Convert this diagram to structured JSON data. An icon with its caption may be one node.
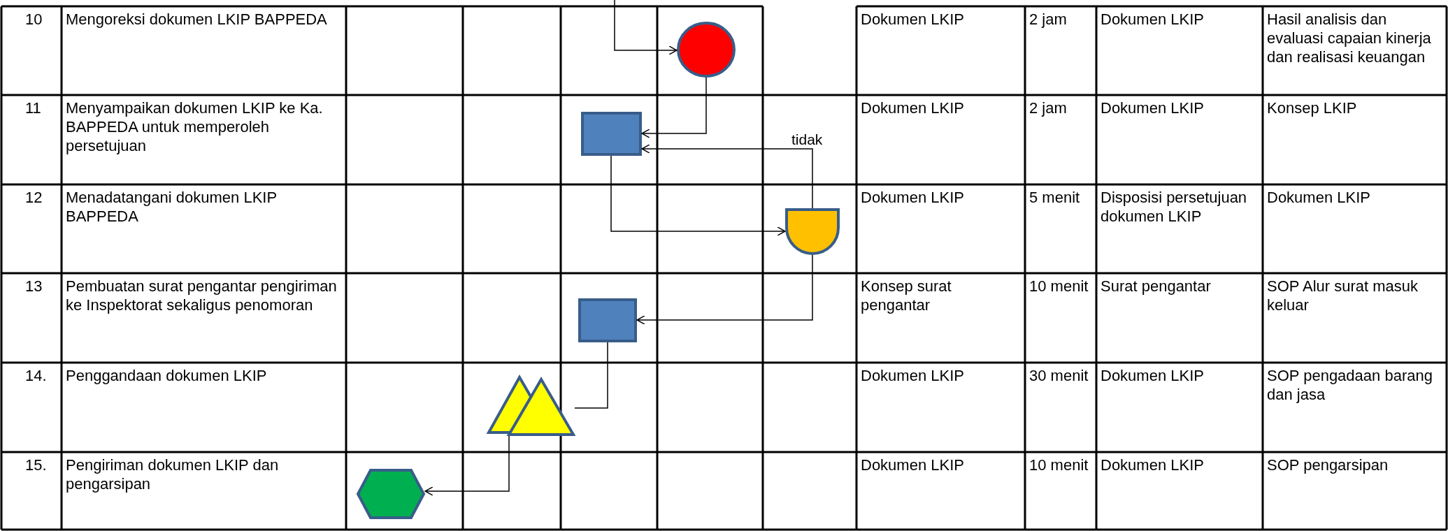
{
  "diagram": {
    "nodes": [
      {
        "text": [],
        "shape": "circle"
      },
      {
        "text": [],
        "shape": "box"
      },
      {
        "text": [],
        "shape": "delay"
      },
      {
        "text": [],
        "shape": "box"
      },
      {
        "text": [],
        "shape": "triangle"
      },
      {
        "text": [],
        "shape": "hexagon"
      }
    ],
    "edges": [
      {
        "from": null,
        "to": 0,
        "arrow": "to"
      },
      {
        "from": 0,
        "to": 1,
        "arrow": "to"
      },
      {
        "from": 1,
        "to": 2,
        "arrow": "to"
      },
      {
        "from": 2,
        "to": 1,
        "arrow": "to",
        "label": "tidak"
      },
      {
        "from": 2,
        "to": 3,
        "arrow": "to"
      },
      {
        "from": 3,
        "to": 4,
        "arrow": "none"
      },
      {
        "from": 4,
        "to": 5,
        "arrow": "to"
      }
    ],
    "labels": [
      "10",
      "Mengoreksi dokumen LKIP BAPPEDA",
      "Dokumen LKIP",
      "2 jam",
      "Dokumen LKIP",
      "Hasil analisis dan evaluasi capaian kinerja dan realisasi keuangan",
      "11",
      "Menyampaikan dokumen LKIP ke Ka. BAPPEDA untuk memperoleh persetujuan",
      "Dokumen LKIP",
      "2 jam",
      "Dokumen LKIP",
      "Konsep LKIP",
      "12",
      "Menadatangani dokumen LKIP BAPPEDA",
      "Dokumen LKIP",
      "5 menit",
      "Disposisi persetujuan dokumen LKIP",
      "Dokumen LKIP",
      "13",
      "Pembuatan surat pengantar pengiriman ke Inspektorat sekaligus penomoran",
      "Konsep surat pengantar",
      "10 menit",
      "Surat pengantar",
      "SOP Alur surat masuk keluar",
      "14.",
      "Penggandaan dokumen LKIP",
      "Dokumen LKIP",
      "30 menit",
      "Dokumen LKIP",
      "SOP pengadaan barang dan jasa",
      "15.",
      "Pengiriman dokumen LKIP dan pengarsipan",
      "Dokumen LKIP",
      "10 menit",
      "Dokumen LKIP",
      "SOP pengarsipan"
    ]
  }
}
